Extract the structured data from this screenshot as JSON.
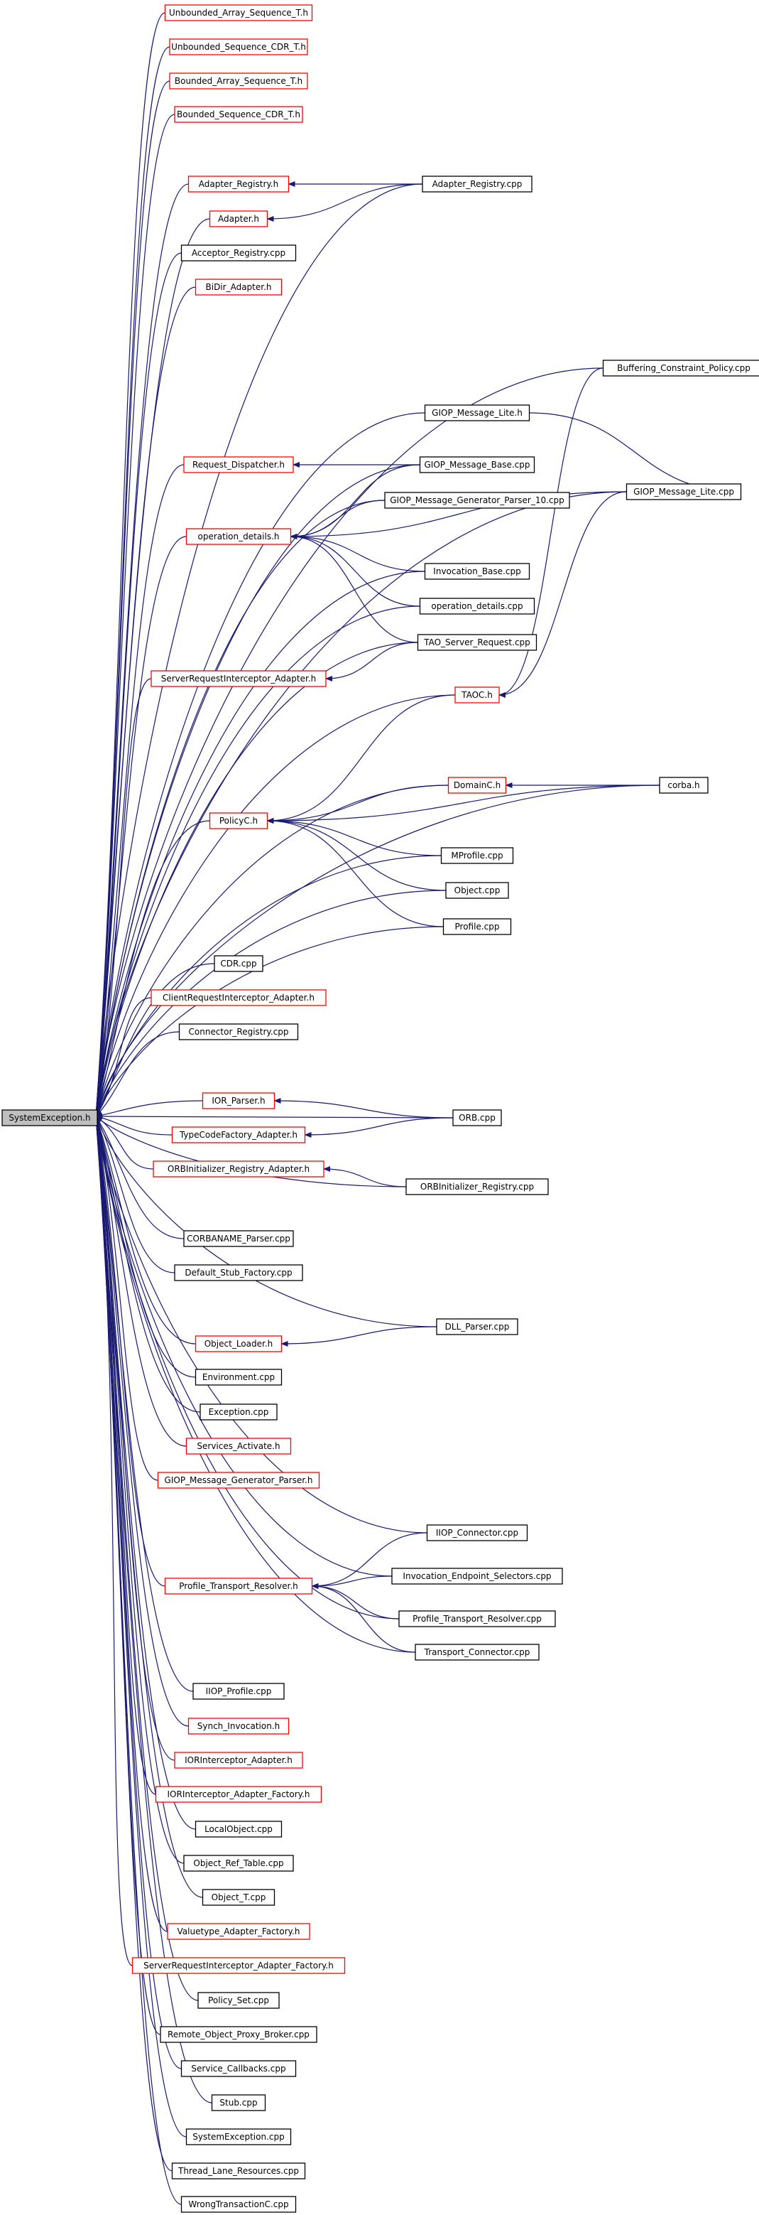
{
  "root": "SystemException.h",
  "nodes": [
    {
      "id": "n1",
      "label": "Unbounded_Array_Sequence_T.h",
      "red": true
    },
    {
      "id": "n2",
      "label": "Unbounded_Sequence_CDR_T.h",
      "red": true
    },
    {
      "id": "n3",
      "label": "Bounded_Array_Sequence_T.h",
      "red": true
    },
    {
      "id": "n4",
      "label": "Bounded_Sequence_CDR_T.h",
      "red": true
    },
    {
      "id": "n5",
      "label": "Adapter_Registry.h",
      "red": true
    },
    {
      "id": "n6",
      "label": "Adapter_Registry.cpp",
      "red": false
    },
    {
      "id": "n7",
      "label": "Adapter.h",
      "red": true
    },
    {
      "id": "n8",
      "label": "Acceptor_Registry.cpp",
      "red": false
    },
    {
      "id": "n9",
      "label": "BiDir_Adapter.h",
      "red": true
    },
    {
      "id": "n10",
      "label": "Buffering_Constraint_Policy.cpp",
      "red": false
    },
    {
      "id": "n11",
      "label": "GIOP_Message_Lite.h",
      "red": false
    },
    {
      "id": "n12",
      "label": "GIOP_Message_Lite.cpp",
      "red": false
    },
    {
      "id": "n13",
      "label": "Request_Dispatcher.h",
      "red": true
    },
    {
      "id": "n14",
      "label": "GIOP_Message_Base.cpp",
      "red": false
    },
    {
      "id": "n15",
      "label": "GIOP_Message_Generator_Parser_10.cpp",
      "red": false
    },
    {
      "id": "n16",
      "label": "operation_details.h",
      "red": true
    },
    {
      "id": "n17",
      "label": "Invocation_Base.cpp",
      "red": false
    },
    {
      "id": "n18",
      "label": "operation_details.cpp",
      "red": false
    },
    {
      "id": "n19",
      "label": "TAO_Server_Request.cpp",
      "red": false
    },
    {
      "id": "n20",
      "label": "ServerRequestInterceptor_Adapter.h",
      "red": true
    },
    {
      "id": "n21",
      "label": "TAOC.h",
      "red": true
    },
    {
      "id": "n22",
      "label": "DomainC.h",
      "red": true
    },
    {
      "id": "n23",
      "label": "corba.h",
      "red": false
    },
    {
      "id": "n24",
      "label": "PolicyC.h",
      "red": true
    },
    {
      "id": "n25",
      "label": "MProfile.cpp",
      "red": false
    },
    {
      "id": "n26",
      "label": "Object.cpp",
      "red": false
    },
    {
      "id": "n27",
      "label": "Profile.cpp",
      "red": false
    },
    {
      "id": "n28",
      "label": "CDR.cpp",
      "red": false
    },
    {
      "id": "n29",
      "label": "ClientRequestInterceptor_Adapter.h",
      "red": true
    },
    {
      "id": "n30",
      "label": "Connector_Registry.cpp",
      "red": false
    },
    {
      "id": "n31",
      "label": "IOR_Parser.h",
      "red": true
    },
    {
      "id": "n32",
      "label": "ORB.cpp",
      "red": false
    },
    {
      "id": "n33",
      "label": "TypeCodeFactory_Adapter.h",
      "red": true
    },
    {
      "id": "n34",
      "label": "ORBInitializer_Registry_Adapter.h",
      "red": true
    },
    {
      "id": "n35",
      "label": "ORBInitializer_Registry.cpp",
      "red": false
    },
    {
      "id": "n36",
      "label": "CORBANAME_Parser.cpp",
      "red": false
    },
    {
      "id": "n37",
      "label": "Default_Stub_Factory.cpp",
      "red": false
    },
    {
      "id": "n38",
      "label": "Object_Loader.h",
      "red": true
    },
    {
      "id": "n39",
      "label": "DLL_Parser.cpp",
      "red": false
    },
    {
      "id": "n40",
      "label": "Environment.cpp",
      "red": false
    },
    {
      "id": "n41",
      "label": "Exception.cpp",
      "red": false
    },
    {
      "id": "n42",
      "label": "Services_Activate.h",
      "red": true
    },
    {
      "id": "n43",
      "label": "GIOP_Message_Generator_Parser.h",
      "red": true
    },
    {
      "id": "n44",
      "label": "IIOP_Connector.cpp",
      "red": false
    },
    {
      "id": "n45",
      "label": "Invocation_Endpoint_Selectors.cpp",
      "red": false
    },
    {
      "id": "n46",
      "label": "Profile_Transport_Resolver.h",
      "red": true
    },
    {
      "id": "n47",
      "label": "Profile_Transport_Resolver.cpp",
      "red": false
    },
    {
      "id": "n48",
      "label": "Transport_Connector.cpp",
      "red": false
    },
    {
      "id": "n49",
      "label": "IIOP_Profile.cpp",
      "red": false
    },
    {
      "id": "n50",
      "label": "Synch_Invocation.h",
      "red": true
    },
    {
      "id": "n51",
      "label": "IORInterceptor_Adapter.h",
      "red": true
    },
    {
      "id": "n52",
      "label": "IORInterceptor_Adapter_Factory.h",
      "red": true
    },
    {
      "id": "n53",
      "label": "LocalObject.cpp",
      "red": false
    },
    {
      "id": "n54",
      "label": "Object_Ref_Table.cpp",
      "red": false
    },
    {
      "id": "n55",
      "label": "Object_T.cpp",
      "red": false
    },
    {
      "id": "n56",
      "label": "Valuetype_Adapter_Factory.h",
      "red": true
    },
    {
      "id": "n57",
      "label": "ServerRequestInterceptor_Adapter_Factory.h",
      "red": true
    },
    {
      "id": "n58",
      "label": "Policy_Set.cpp",
      "red": false
    },
    {
      "id": "n59",
      "label": "Remote_Object_Proxy_Broker.cpp",
      "red": false
    },
    {
      "id": "n60",
      "label": "Service_Callbacks.cpp",
      "red": false
    },
    {
      "id": "n61",
      "label": "Stub.cpp",
      "red": false
    },
    {
      "id": "n62",
      "label": "SystemException.cpp",
      "red": false
    },
    {
      "id": "n63",
      "label": "Thread_Lane_Resources.cpp",
      "red": false
    },
    {
      "id": "n64",
      "label": "WrongTransactionC.cpp",
      "red": false
    }
  ],
  "edges": [
    [
      "n6",
      "n5"
    ],
    [
      "n6",
      "n7"
    ],
    [
      "n11",
      "n12"
    ],
    [
      "n14",
      "n13"
    ],
    [
      "n14",
      "n16"
    ],
    [
      "n15",
      "n16"
    ],
    [
      "n12",
      "n16"
    ],
    [
      "n17",
      "n16"
    ],
    [
      "n18",
      "n16"
    ],
    [
      "n19",
      "n16"
    ],
    [
      "n19",
      "n20"
    ],
    [
      "n10",
      "n21"
    ],
    [
      "n12",
      "n21"
    ],
    [
      "n21",
      "n24"
    ],
    [
      "n23",
      "n22"
    ],
    [
      "n22",
      "n24"
    ],
    [
      "n23",
      "n24"
    ],
    [
      "n25",
      "n24"
    ],
    [
      "n26",
      "n24"
    ],
    [
      "n27",
      "n24"
    ],
    [
      "n32",
      "n31"
    ],
    [
      "n32",
      "n33"
    ],
    [
      "n35",
      "n34"
    ],
    [
      "n39",
      "n38"
    ],
    [
      "n44",
      "n46"
    ],
    [
      "n45",
      "n46"
    ],
    [
      "n47",
      "n46"
    ],
    [
      "n48",
      "n46"
    ]
  ]
}
